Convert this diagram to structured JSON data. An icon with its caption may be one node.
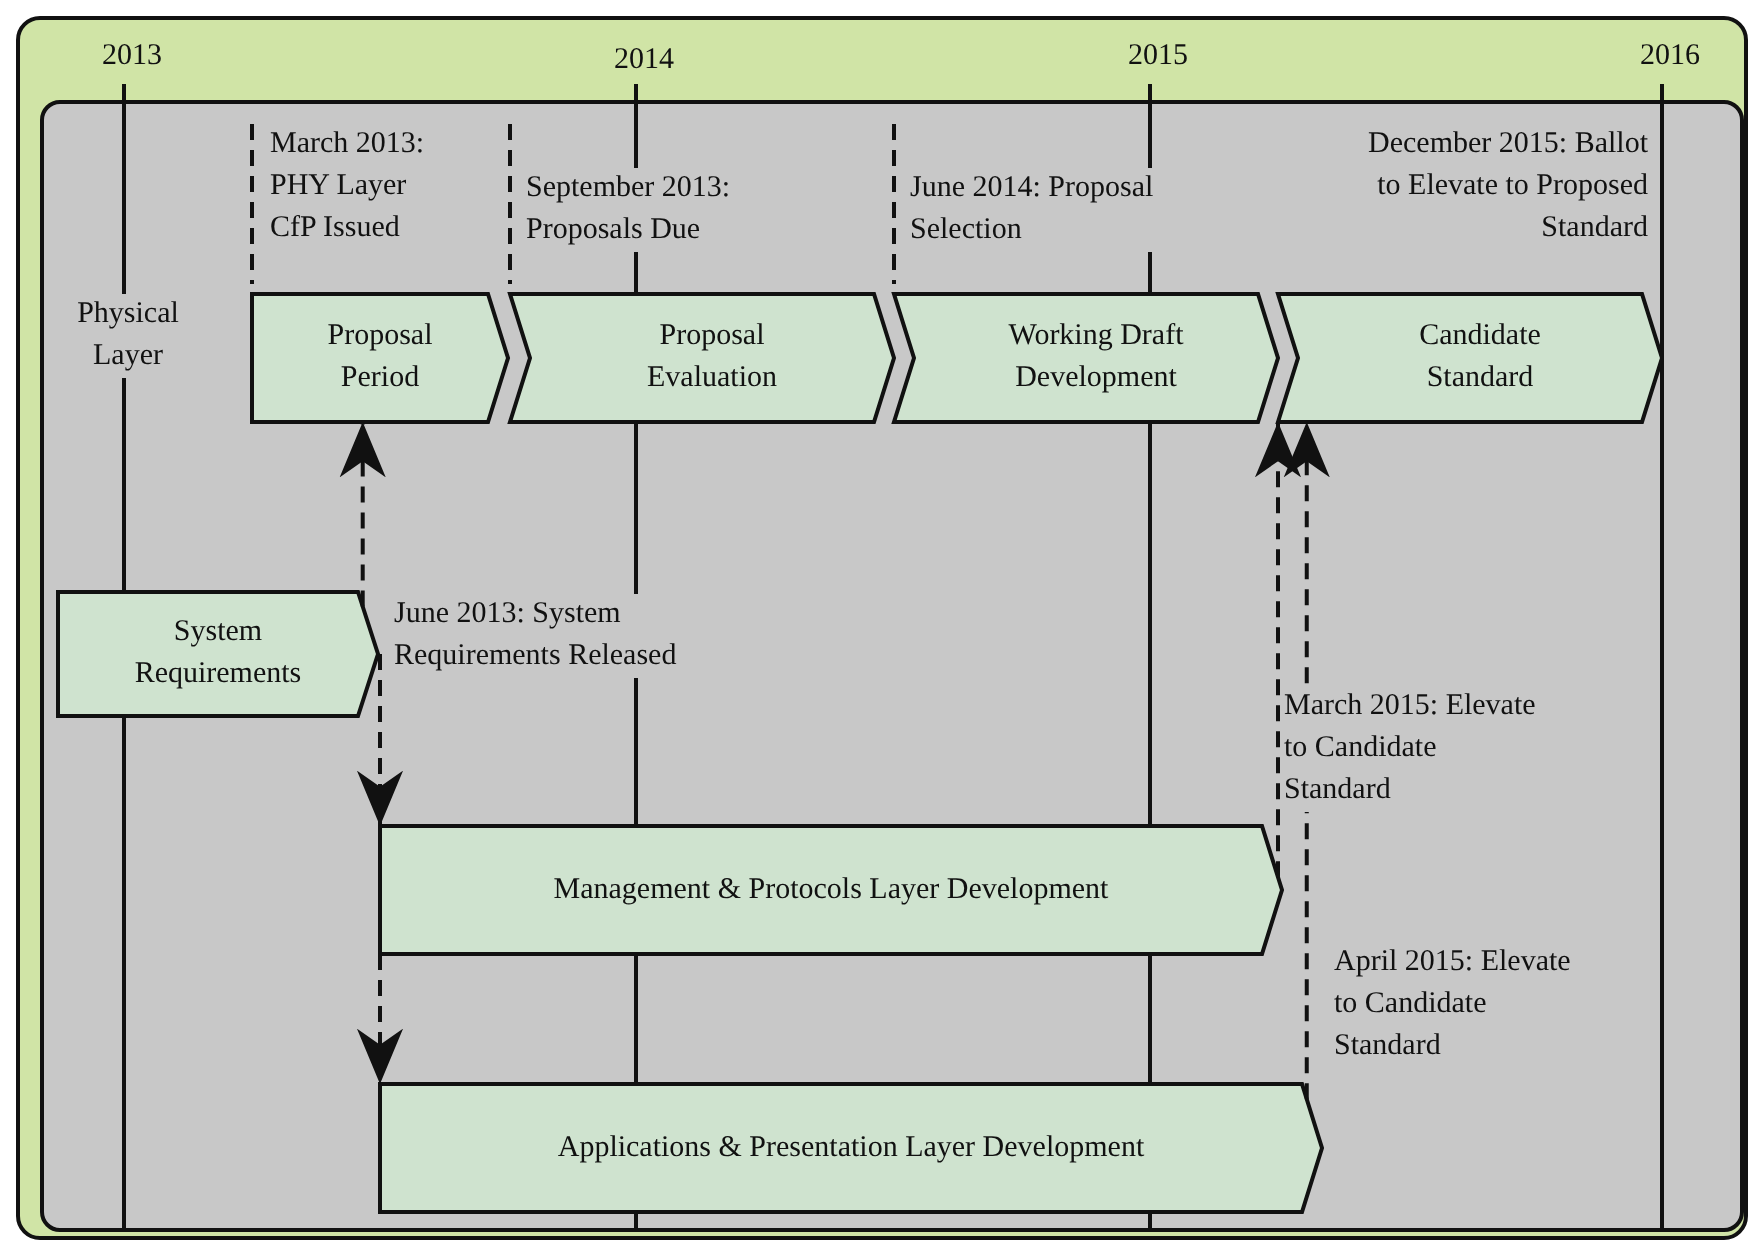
{
  "diagram": {
    "nodes": [
      {
        "text": [
          "Proposal Period"
        ]
      },
      {
        "text": [
          "Proposal Evaluation"
        ]
      },
      {
        "text": [
          "Working Draft Development"
        ]
      },
      {
        "text": [
          "Candidate Standard"
        ]
      },
      {
        "text": [
          "System Requirements"
        ]
      },
      {
        "text": [
          "Management & Protocols Layer Development"
        ]
      },
      {
        "text": [
          "Applications & Presentation Layer Development"
        ]
      }
    ],
    "edges": [
      {
        "from": 4,
        "to": 0,
        "arrow": "to",
        "style": "dashed"
      },
      {
        "from": 4,
        "to": 5,
        "arrow": "to",
        "style": "dashed"
      },
      {
        "from": 5,
        "to": 6,
        "arrow": "to",
        "style": "dashed"
      },
      {
        "from": 5,
        "to": 3,
        "arrow": "to",
        "style": "dashed"
      },
      {
        "from": 6,
        "to": 3,
        "arrow": "to",
        "style": "dashed"
      }
    ],
    "labels": [
      "2013",
      "2014",
      "2015",
      "2016",
      "March 2013: PHY Layer CfP Issued",
      "September 2013: Proposals Due",
      "June 2014: Proposal Selection",
      "December 2015: Ballot to Elevate to Proposed Standard",
      "Physical Layer",
      "June 2013: System Requirements Released",
      "March 2015: Elevate to Candidate Standard",
      "April 2015: Elevate to Candidate Standard"
    ]
  }
}
